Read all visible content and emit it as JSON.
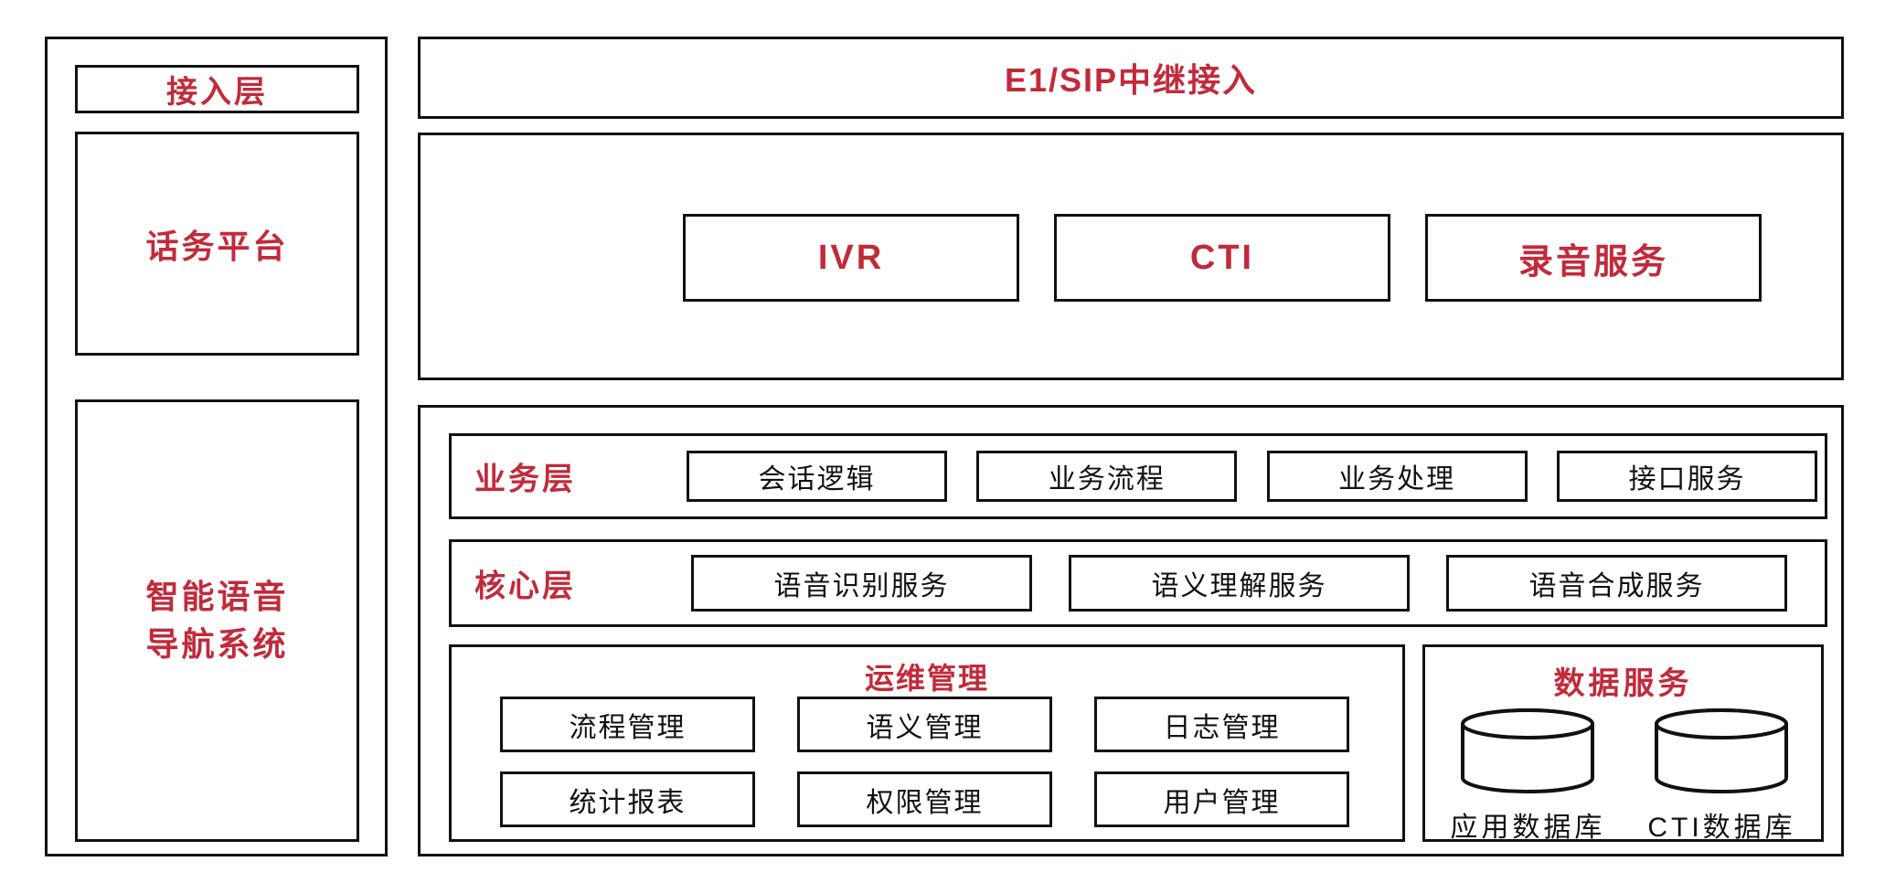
{
  "colors": {
    "accent": "#C22A3A",
    "line": "#111111",
    "background": "#FFFFFF"
  },
  "left_panel": {
    "access_layer": "接入层",
    "telephony_platform": "话务平台",
    "system_name_line1": "智能语音",
    "system_name_line2": "导航系统"
  },
  "trunk_banner": {
    "label": "E1/SIP中继接入"
  },
  "telephony_services": {
    "items": [
      {
        "label": "IVR"
      },
      {
        "label": "CTI"
      },
      {
        "label": "录音服务"
      }
    ]
  },
  "business_layer": {
    "label": "业务层",
    "items": [
      {
        "label": "会话逻辑"
      },
      {
        "label": "业务流程"
      },
      {
        "label": "业务处理"
      },
      {
        "label": "接口服务"
      }
    ]
  },
  "core_layer": {
    "label": "核心层",
    "items": [
      {
        "label": "语音识别服务"
      },
      {
        "label": "语义理解服务"
      },
      {
        "label": "语音合成服务"
      }
    ]
  },
  "ops_management": {
    "title": "运维管理",
    "items": [
      {
        "label": "流程管理"
      },
      {
        "label": "语义管理"
      },
      {
        "label": "日志管理"
      },
      {
        "label": "统计报表"
      },
      {
        "label": "权限管理"
      },
      {
        "label": "用户管理"
      }
    ]
  },
  "data_services": {
    "title": "数据服务",
    "databases": [
      {
        "label": "应用数据库"
      },
      {
        "label": "CTI数据库"
      }
    ]
  }
}
